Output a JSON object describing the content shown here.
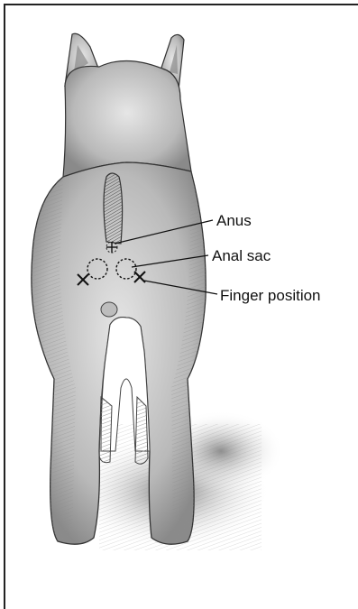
{
  "labels": {
    "anus": "Anus",
    "anal_sac": "Anal sac",
    "finger_position": "Finger position"
  },
  "colors": {
    "line": "#111111",
    "fur_light": "#d9d9d9",
    "fur_mid": "#a8a8a8",
    "fur_dark": "#5a5a5a",
    "shadow": "#7a7a7a"
  }
}
